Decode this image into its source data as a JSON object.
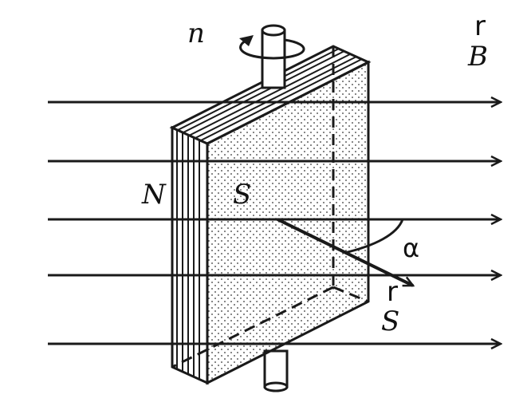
{
  "labels": {
    "n": "n",
    "b_vector_mark": "r",
    "b": "B",
    "N": "N",
    "S_plate": "S",
    "alpha": "α",
    "s_vector_mark": "r",
    "S_vector": "S"
  },
  "colors": {
    "ink": "#1a1a1a",
    "paper": "#ffffff"
  },
  "icons": {
    "rotation": "curved-arrow-rotation-icon",
    "field_arrows": "arrow-right-icon",
    "normal_vector": "arrow-down-right-icon"
  }
}
